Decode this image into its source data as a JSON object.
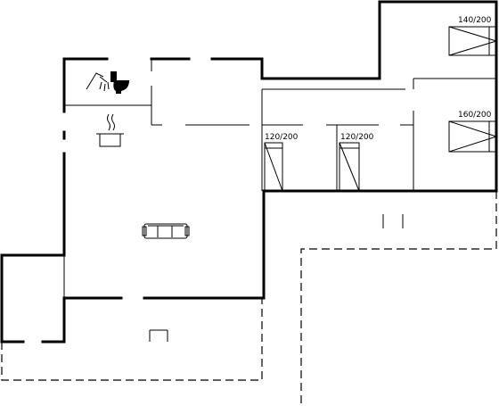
{
  "beds": [
    {
      "label": "140/200"
    },
    {
      "label": "160/200"
    },
    {
      "label": "120/200"
    },
    {
      "label": "120/200"
    }
  ],
  "icons": [
    "shower-icon",
    "toilet-icon",
    "cooking-pot-icon",
    "sofa-icon",
    "table-icon"
  ]
}
